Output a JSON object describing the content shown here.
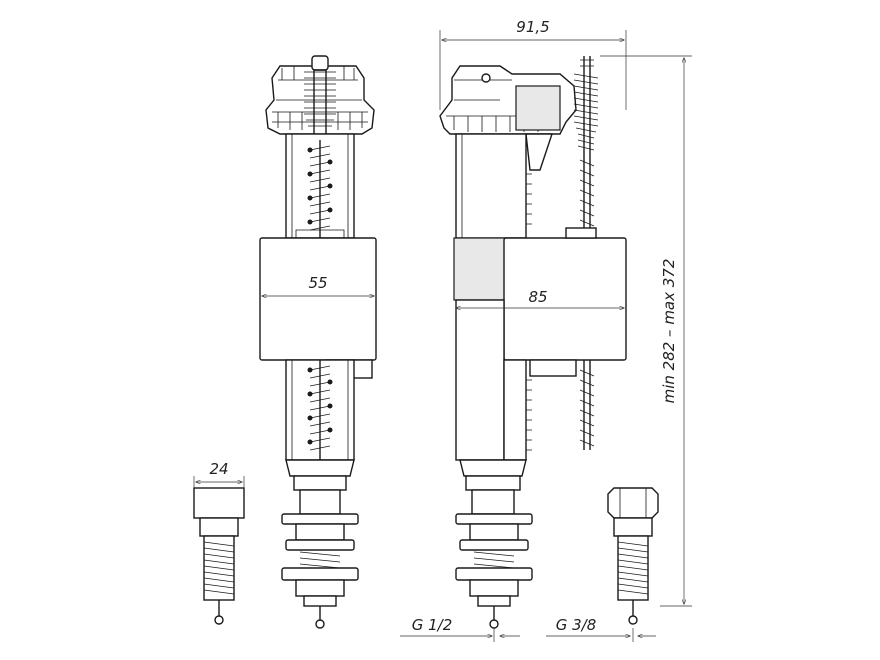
{
  "dimensions": {
    "width_top": "91,5",
    "float_left": "55",
    "float_right": "85",
    "height_range": "min 282 – max 372",
    "nut_width": "24",
    "thread_left": "G 1/2",
    "thread_right": "G 3/8"
  }
}
